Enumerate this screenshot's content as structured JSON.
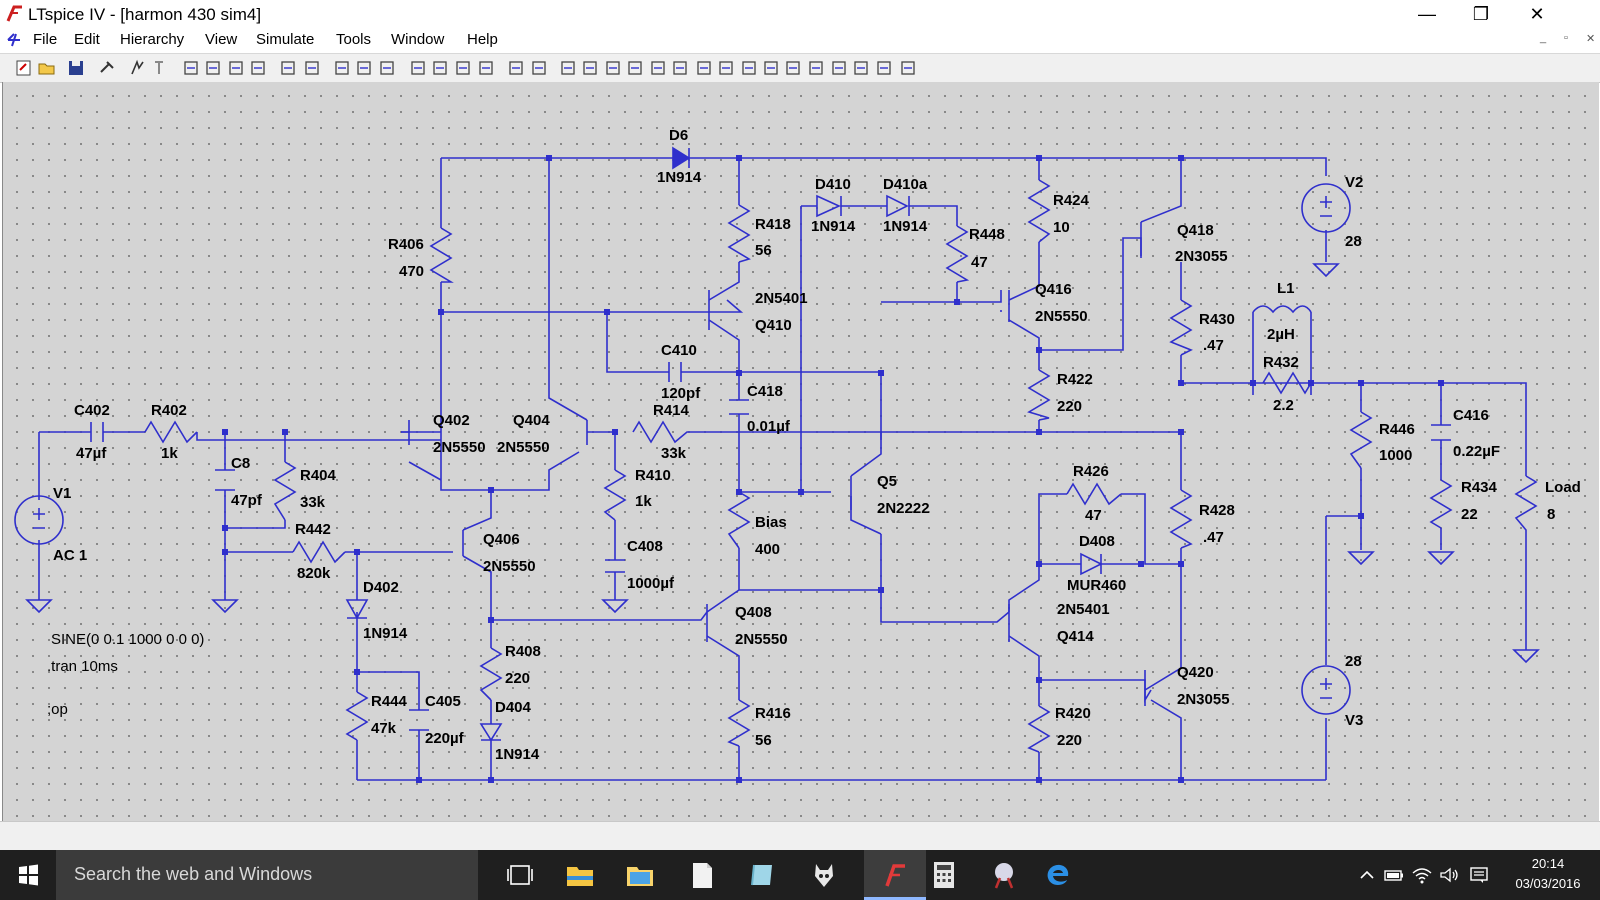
{
  "window": {
    "title": "LTspice IV - [harmon 430 sim4]",
    "minimize_label": "—",
    "maximize_label": "❐",
    "close_label": "✕"
  },
  "menu": {
    "items": [
      "File",
      "Edit",
      "Hierarchy",
      "View",
      "Simulate",
      "Tools",
      "Window",
      "Help"
    ],
    "mdi": {
      "minimize": "_",
      "restore": "▫",
      "close": "✕"
    }
  },
  "toolbar": {
    "icons": [
      "new-schematic-icon",
      "open-icon",
      "save-icon",
      "control-panel-icon",
      "run-icon",
      "halt-icon",
      "zoom-in-icon",
      "zoom-area-icon",
      "zoom-out-icon",
      "zoom-fit-icon",
      "tile-icon",
      "cascade-icon",
      "close-all-icon",
      "autorange-icon",
      "find-icon",
      "cut-icon",
      "copy-icon",
      "paste-icon",
      "binoculars-icon",
      "print-preview-icon",
      "print-icon",
      "wire-icon",
      "ground-icon",
      "label-icon",
      "resistor-icon",
      "capacitor-icon",
      "inductor-icon",
      "diode-icon",
      "component-icon",
      "move-icon",
      "drag-icon",
      "undo-icon",
      "redo-icon",
      "rotate-icon",
      "mirror-icon",
      "text-icon",
      "spice-directive-icon"
    ]
  },
  "schematic": {
    "components": {
      "D6": {
        "ref": "D6",
        "value": "1N914"
      },
      "D410": {
        "ref": "D410",
        "value": "1N914"
      },
      "D410a": {
        "ref": "D410a",
        "value": "1N914"
      },
      "R418": {
        "ref": "R418",
        "value": "56"
      },
      "R448": {
        "ref": "R448",
        "value": "47"
      },
      "R424": {
        "ref": "R424",
        "value": "10"
      },
      "Q418": {
        "ref": "Q418",
        "value": "2N3055"
      },
      "V2": {
        "ref": "V2",
        "value": "28"
      },
      "R406": {
        "ref": "R406",
        "value": "470"
      },
      "Q410": {
        "ref": "Q410",
        "value": "2N5401"
      },
      "Q416": {
        "ref": "Q416",
        "value": "2N5550"
      },
      "L1": {
        "ref": "L1",
        "value": "2µH"
      },
      "R430": {
        "ref": "R430",
        "value": ".47"
      },
      "C410": {
        "ref": "C410",
        "value": "120pf"
      },
      "R422": {
        "ref": "R422",
        "value": "220"
      },
      "R432": {
        "ref": "R432",
        "value": "2.2"
      },
      "C418": {
        "ref": "C418",
        "value": "0.01µf"
      },
      "C402": {
        "ref": "C402",
        "value": "47µf"
      },
      "R402": {
        "ref": "R402",
        "value": "1k"
      },
      "Q402": {
        "ref": "Q402",
        "value": "2N5550"
      },
      "Q404": {
        "ref": "Q404",
        "value": "2N5550"
      },
      "R414": {
        "ref": "R414",
        "value": "33k"
      },
      "R446": {
        "ref": "R446",
        "value": "1000"
      },
      "C416": {
        "ref": "C416",
        "value": "0.22µF"
      },
      "C8": {
        "ref": "C8",
        "value": "47pf"
      },
      "R404": {
        "ref": "R404",
        "value": "33k"
      },
      "R410": {
        "ref": "R410",
        "value": "1k"
      },
      "Q5": {
        "ref": "Q5",
        "value": "2N2222"
      },
      "R426": {
        "ref": "R426",
        "value": "47"
      },
      "R434": {
        "ref": "R434",
        "value": "22"
      },
      "Load": {
        "ref": "Load",
        "value": "8"
      },
      "V1": {
        "ref": "V1",
        "value": "AC 1"
      },
      "R442": {
        "ref": "R442",
        "value": "820k"
      },
      "Q406": {
        "ref": "Q406",
        "value": "2N5550"
      },
      "Bias": {
        "ref": "Bias",
        "value": "400"
      },
      "R428": {
        "ref": "R428",
        "value": ".47"
      },
      "D408": {
        "ref": "D408",
        "value": "MUR460"
      },
      "D402": {
        "ref": "D402",
        "value": "1N914"
      },
      "C408": {
        "ref": "C408",
        "value": "1000µf"
      },
      "Q408": {
        "ref": "Q408",
        "value": "2N5550"
      },
      "Q414": {
        "ref": "Q414",
        "value": "2N5401"
      },
      "V3": {
        "ref": "V3",
        "value": "28"
      },
      "Q420": {
        "ref": "Q420",
        "value": "2N3055"
      },
      "R408": {
        "ref": "R408",
        "value": "220"
      },
      "R444": {
        "ref": "R444",
        "value": "47k"
      },
      "C405": {
        "ref": "C405",
        "value": "220µf"
      },
      "D404": {
        "ref": "D404",
        "value": "1N914"
      },
      "R416": {
        "ref": "R416",
        "value": "56"
      },
      "R420": {
        "ref": "R420",
        "value": "220"
      }
    },
    "directives": {
      "source": "SINE(0 0.1 1000 0 0 0)",
      "tran": ".tran 10ms",
      "op": ";op"
    }
  },
  "taskbar": {
    "search_placeholder": "Search the web and Windows",
    "time": "20:14",
    "date": "03/03/2016",
    "apps": [
      "task-view-icon",
      "file-explorer-icon",
      "folder-icon",
      "document-icon",
      "app-icon",
      "gimp-icon",
      "ltspice-icon",
      "calculator-icon",
      "tool-icon",
      "edge-icon"
    ],
    "tray": [
      "chevron-up-icon",
      "battery-icon",
      "wifi-icon",
      "volume-icon",
      "notifications-icon"
    ]
  },
  "colors": {
    "wire": "#2f2fcc",
    "canvas": "#d4d4d4",
    "taskbar": "#1f1f1f",
    "ltspice_red": "#cc2020"
  }
}
